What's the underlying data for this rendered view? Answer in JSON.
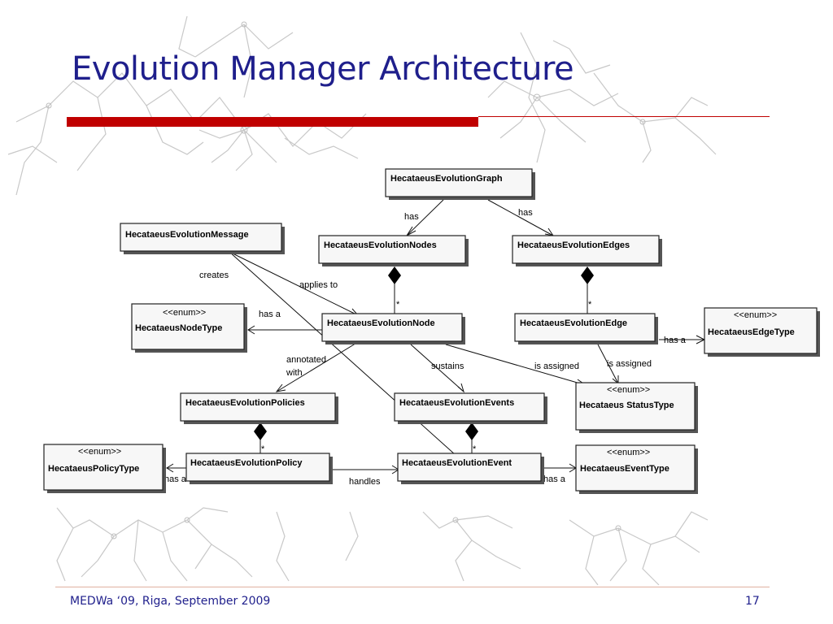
{
  "slide": {
    "title": "Evolution Manager Architecture",
    "footer_left": "MEDWa ‘09, Riga, September 2009",
    "page_number": "17"
  },
  "colors": {
    "title": "#1f1f8c",
    "accent_bar": "#c00000",
    "background_graph": "#c8c8c8"
  },
  "diagram": {
    "classes": {
      "graph": {
        "name": "HecataeusEvolutionGraph"
      },
      "message": {
        "name": "HecataeusEvolutionMessage"
      },
      "nodes": {
        "name": "HecataeusEvolutionNodes"
      },
      "edges": {
        "name": "HecataeusEvolutionEdges"
      },
      "node_type": {
        "stereotype": "<<enum>>",
        "name": "HecataeusNodeType"
      },
      "node": {
        "name": "HecataeusEvolutionNode"
      },
      "edge": {
        "name": "HecataeusEvolutionEdge"
      },
      "edge_type": {
        "stereotype": "<<enum>>",
        "name": "HecataeusEdgeType"
      },
      "status_type": {
        "stereotype": "<<enum>>",
        "name": "Hecataeus StatusType"
      },
      "policies": {
        "name": "HecataeusEvolutionPolicies"
      },
      "events": {
        "name": "HecataeusEvolutionEvents"
      },
      "policy_type": {
        "stereotype": "<<enum>>",
        "name": "HecataeusPolicyType"
      },
      "policy": {
        "name": "HecataeusEvolutionPolicy"
      },
      "event": {
        "name": "HecataeusEvolutionEvent"
      },
      "event_type": {
        "stereotype": "<<enum>>",
        "name": "HecataeusEventType"
      }
    },
    "relations": {
      "graph_nodes": "has",
      "graph_edges": "has",
      "message_creates": "creates",
      "message_applies": "applies to",
      "node_type": "has a",
      "edge_type": "has a",
      "node_policies_1": "annotated",
      "node_policies_2": "with",
      "node_events": "sustains",
      "node_status": "is assigned",
      "edge_status": "is assigned",
      "policy_type": "has a",
      "policy_event": "handles",
      "event_type": "has a",
      "multiplicity": "*"
    }
  }
}
